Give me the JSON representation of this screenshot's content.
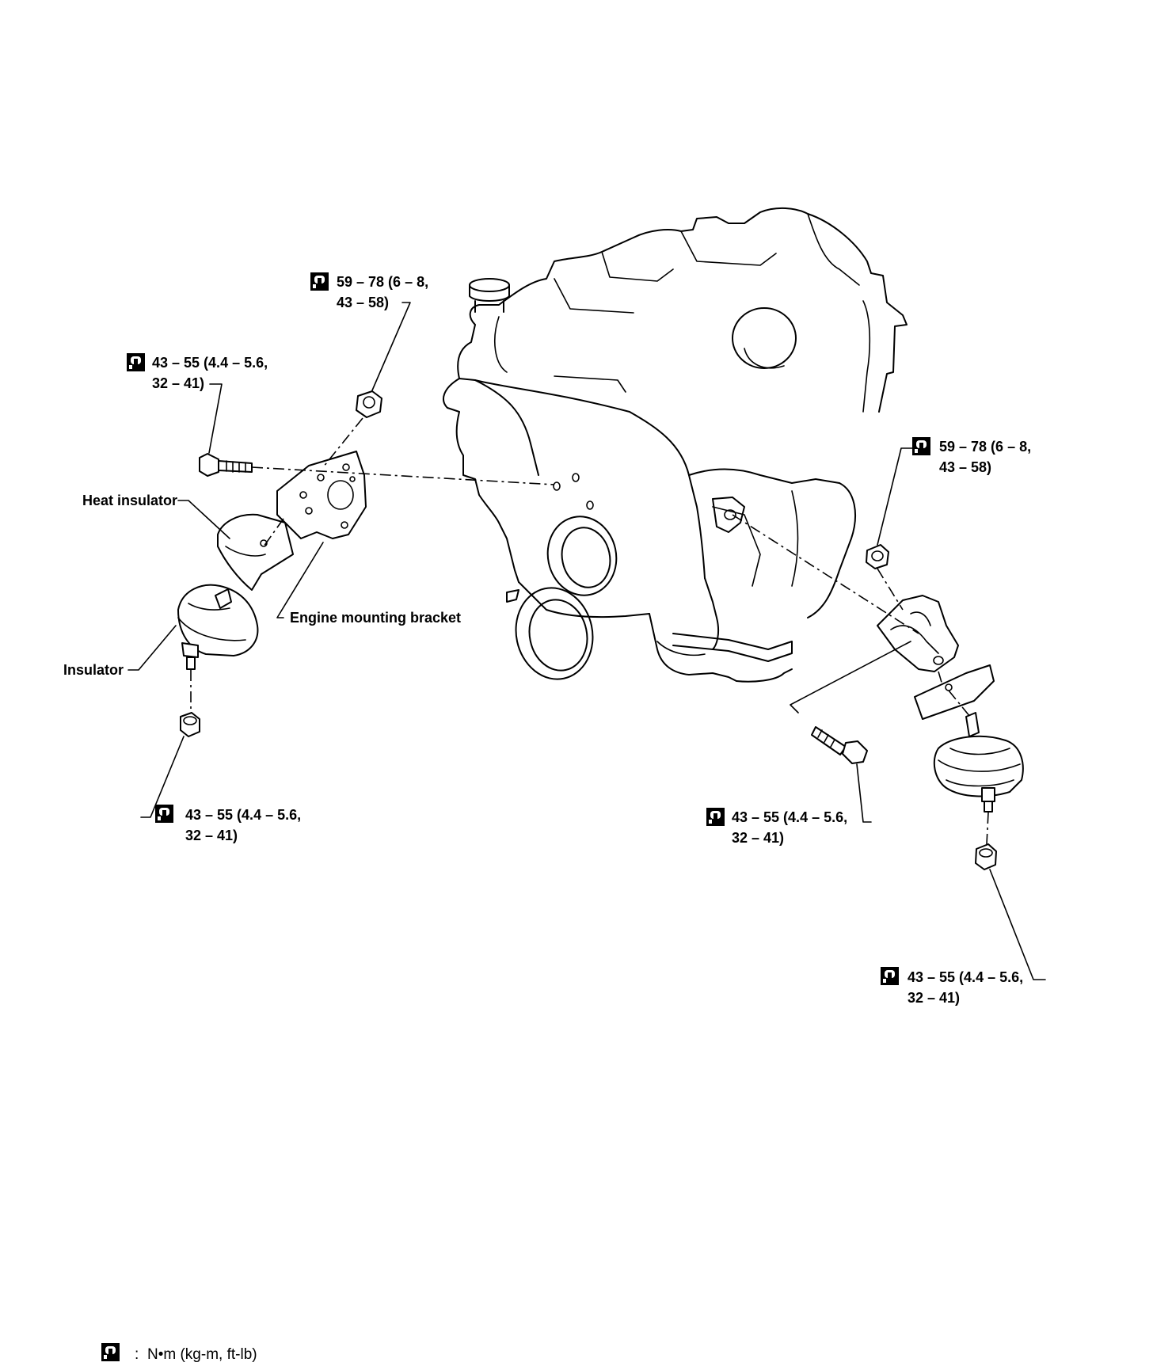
{
  "torque_labels": {
    "upper_nut_left": {
      "line1": "59 – 78 (6 – 8,",
      "line2": "43 – 58)"
    },
    "upper_bolt_left": {
      "line1": "43 – 55 (4.4 – 5.6,",
      "line2": "32 – 41)"
    },
    "lower_nut_left": {
      "line1": "43 – 55 (4.4 – 5.6,",
      "line2": "32 – 41)"
    },
    "upper_nut_right": {
      "line1": "59 – 78 (6 – 8,",
      "line2": "43 – 58)"
    },
    "bolt_right": {
      "line1": "43 – 55 (4.4 – 5.6,",
      "line2": "32 – 41)"
    },
    "lower_nut_right": {
      "line1": "43 – 55 (4.4 – 5.6,",
      "line2": "32 – 41)"
    }
  },
  "part_labels": {
    "heat_insulator": "Heat insulator",
    "engine_mounting_bracket": "Engine mounting bracket",
    "insulator": "Insulator"
  },
  "legend": {
    "separator": ":",
    "units": "N•m  (kg-m,  ft-lb)"
  },
  "icons": {
    "torque": "torque-wrench-icon"
  }
}
